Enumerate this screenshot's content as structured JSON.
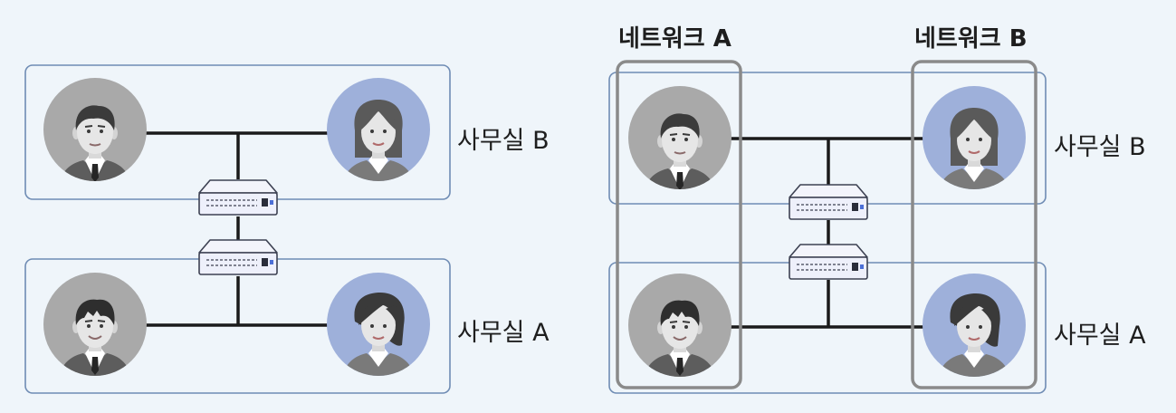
{
  "left_diagram": {
    "office_b_label": "사무실 B",
    "office_a_label": "사무실 A"
  },
  "right_diagram": {
    "network_a_label": "네트워크 A",
    "network_b_label": "네트워크 B",
    "office_b_label": "사무실 B",
    "office_a_label": "사무실 A"
  },
  "colors": {
    "background": "#eff5fa",
    "office_border": "#6f8cb4",
    "network_border": "#8a8a8a",
    "wire": "#1a1a1a",
    "male_avatar_bg": "#a9a9a9",
    "female_avatar_bg": "#9eb0da",
    "switch_body": "#eef0fb"
  },
  "icons": [
    "male-user-icon",
    "female-user-icon",
    "network-switch-icon"
  ]
}
